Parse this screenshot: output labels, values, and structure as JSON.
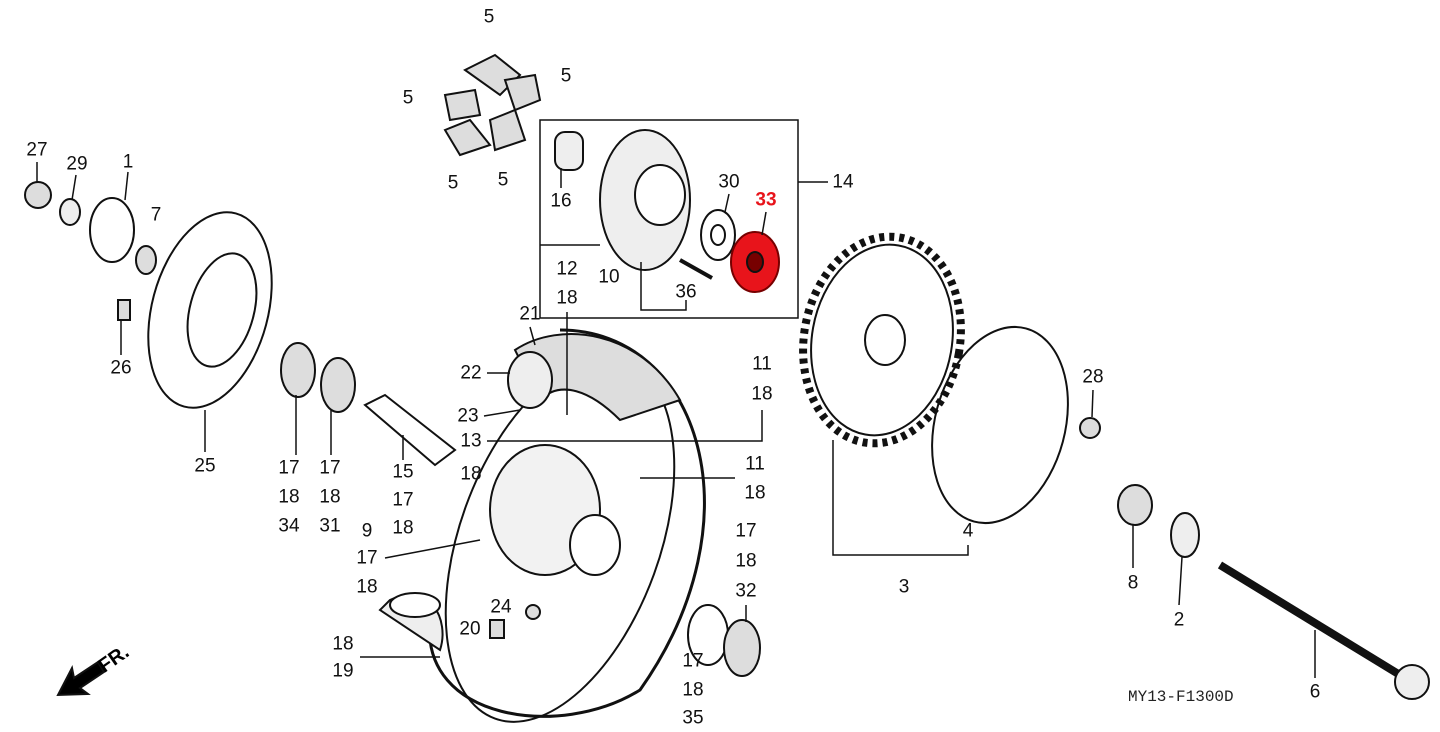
{
  "diagram": {
    "drawing_code": "MY13-F1300D",
    "front_marker": "FR.",
    "highlight_color": "#e8141b",
    "callouts": {
      "damper_top": "5",
      "damper_right": "5",
      "damper_left": "5",
      "damper_bl": "5",
      "damper_br": "5",
      "p27": "27",
      "p29": "29",
      "p1": "1",
      "p7": "7",
      "p26": "26",
      "p16": "16",
      "p30": "30",
      "p33": "33",
      "p14": "14",
      "p12": "12",
      "p12b": "18",
      "p10": "10",
      "p36": "36",
      "p21": "21",
      "p22": "22",
      "p23": "23",
      "p13": "13",
      "p13b": "18",
      "p11a": "11",
      "p11a_b": "18",
      "p11b": "11",
      "p11b_b": "18",
      "p17a": "17",
      "p18a": "18",
      "p34": "34",
      "p17b": "17",
      "p18b": "18",
      "p31": "31",
      "p15": "15",
      "p15b": "17",
      "p15c": "18",
      "p25": "25",
      "p9": "9",
      "p9b": "17",
      "p9c": "18",
      "p24": "24",
      "p20": "20",
      "p18c": "18",
      "p19": "19",
      "p17c": "17",
      "p18d": "18",
      "p32": "32",
      "p17d": "17",
      "p18e": "18",
      "p35": "35",
      "p3": "3",
      "p4": "4",
      "p28": "28",
      "p8": "8",
      "p2": "2",
      "p6": "6"
    }
  }
}
